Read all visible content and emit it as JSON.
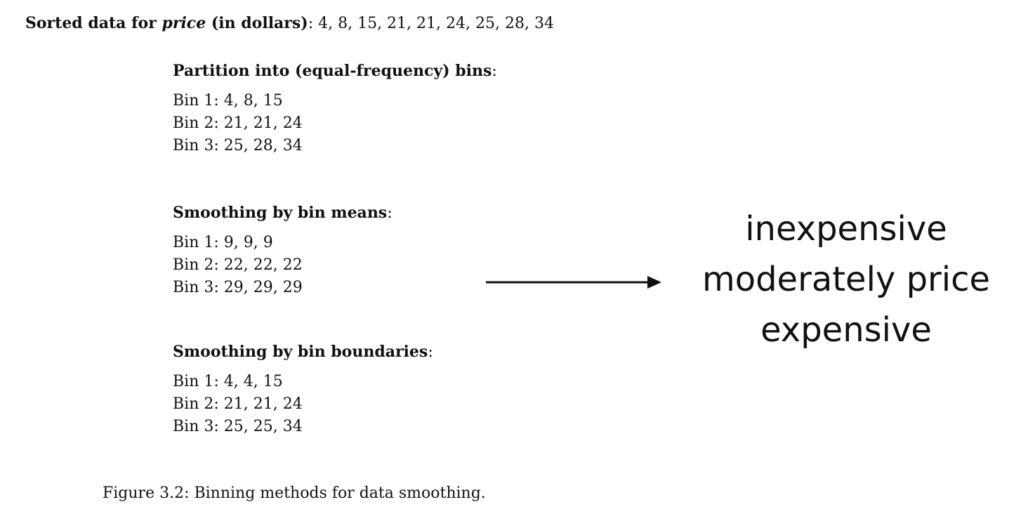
{
  "header": {
    "bold_prefix": "Sorted data for ",
    "italic_word": "price",
    "bold_suffix": " (in dollars)",
    "colon_and_values": ": 4, 8, 15, 21, 21, 24, 25, 28, 34"
  },
  "sections": [
    {
      "title": "Partition into (equal-frequency) bins",
      "colon": ":",
      "bins": [
        "Bin 1: 4, 8, 15",
        "Bin 2: 21, 21, 24",
        "Bin 3: 25, 28, 34"
      ]
    },
    {
      "title": "Smoothing by bin means",
      "colon": ":",
      "bins": [
        "Bin 1: 9, 9, 9",
        "Bin 2: 22, 22, 22",
        "Bin 3: 29, 29, 29"
      ]
    },
    {
      "title": "Smoothing by bin boundaries",
      "colon": ":",
      "bins": [
        "Bin 1: 4, 4, 15",
        "Bin 2: 21, 21, 24",
        "Bin 3: 25, 25, 34"
      ]
    }
  ],
  "caption": "Figure 3.2: Binning methods for data smoothing.",
  "labels": [
    "inexpensive",
    "moderately price",
    "expensive"
  ],
  "colors": {
    "text": "#111111",
    "background": "#ffffff"
  },
  "icons": {
    "arrow": "right-arrow-icon"
  }
}
